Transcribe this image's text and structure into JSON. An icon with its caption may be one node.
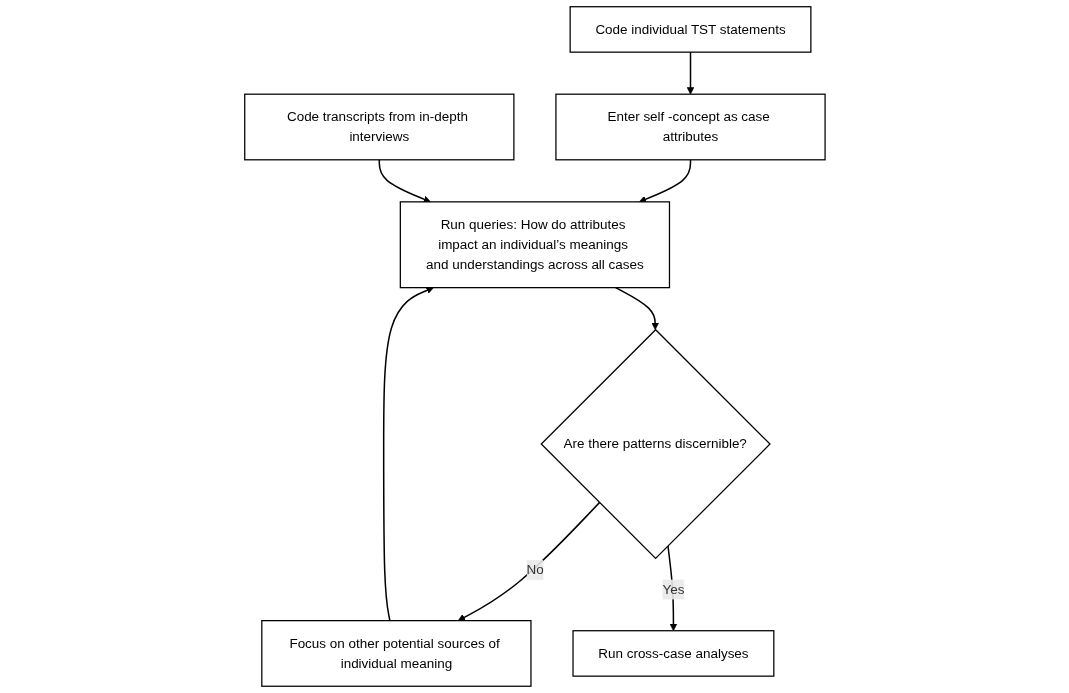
{
  "diagram": {
    "nodes": [
      {
        "text": [
          "Code individual TST statements"
        ]
      },
      {
        "text": [
          "Enter self -concept as case attributes"
        ]
      },
      {
        "text": [
          "Run queries: How do attributes impact an individual’s meanings and understandings across all cases"
        ]
      },
      {
        "text": [
          "Code transcripts from in-depth interviews"
        ]
      },
      {
        "text": [
          "Are there patterns discernible?"
        ]
      },
      {
        "text": [
          "Focus on other potential sources of individual meaning"
        ]
      },
      {
        "text": [
          "Run cross-case analyses"
        ]
      }
    ],
    "edges": [
      {
        "from": 0,
        "to": 1,
        "arrow": "to"
      },
      {
        "from": 1,
        "to": 2,
        "arrow": "to"
      },
      {
        "from": 3,
        "to": 2,
        "arrow": "to"
      },
      {
        "from": 2,
        "to": 4,
        "arrow": "to"
      },
      {
        "from": 4,
        "to": 5,
        "arrow": "to",
        "label": "No"
      },
      {
        "from": 5,
        "to": 2,
        "arrow": "to"
      },
      {
        "from": 4,
        "to": 6,
        "arrow": "to",
        "label": "Yes"
      }
    ]
  }
}
